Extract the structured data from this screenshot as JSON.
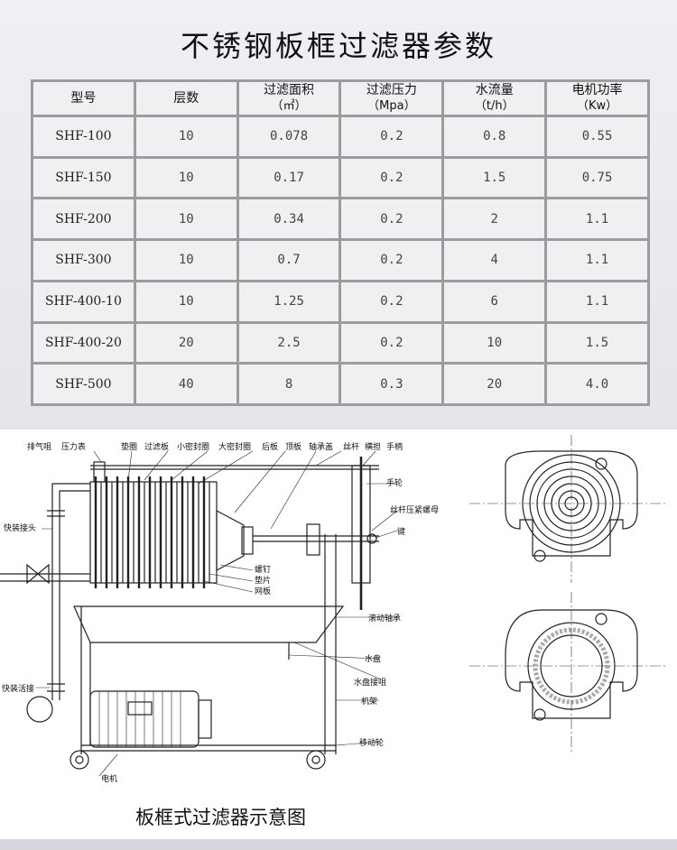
{
  "title": "不锈钢板框过滤器参数",
  "table": {
    "headers": [
      {
        "label": "型号",
        "unit": ""
      },
      {
        "label": "层数",
        "unit": ""
      },
      {
        "label": "过滤面积",
        "unit": "（㎡）"
      },
      {
        "label": "过滤压力",
        "unit": "（Mpa）"
      },
      {
        "label": "水流量",
        "unit": "（t/h）"
      },
      {
        "label": "电机功率",
        "unit": "（Kw）"
      }
    ],
    "rows": [
      [
        "SHF-100",
        "10",
        "0.078",
        "0.2",
        "0.8",
        "0.55"
      ],
      [
        "SHF-150",
        "10",
        "0.17",
        "0.2",
        "1.5",
        "0.75"
      ],
      [
        "SHF-200",
        "10",
        "0.34",
        "0.2",
        "2",
        "1.1"
      ],
      [
        "SHF-300",
        "10",
        "0.7",
        "0.2",
        "4",
        "1.1"
      ],
      [
        "SHF-400-10",
        "10",
        "1.25",
        "0.2",
        "6",
        "1.1"
      ],
      [
        "SHF-400-20",
        "20",
        "2.5",
        "0.2",
        "10",
        "1.5"
      ],
      [
        "SHF-500",
        "40",
        "8",
        "0.3",
        "20",
        "4.0"
      ]
    ]
  },
  "diagram": {
    "caption": "板框式过滤器示意图",
    "labels": {
      "exhaust_valve": "排气咀",
      "pressure_gauge": "压力表",
      "gasket_ring": "垫圈",
      "filter_plate": "过滤板",
      "small_seal": "小密封圈",
      "large_seal": "大密封圈",
      "rear_plate": "后板",
      "top_plate": "顶板",
      "bearing_cover": "轴承盖",
      "screw_rod": "丝杆",
      "cross_bar": "横担",
      "handle": "手柄",
      "handwheel": "手轮",
      "screw_nut": "丝杆压紧螺母",
      "key": "键",
      "quick_joint": "快装接头",
      "bolt": "螺钉",
      "gasket": "垫片",
      "mesh_plate": "网板",
      "rolling_bearing": "滚动轴承",
      "water_tray": "水盘",
      "tray_nozzle": "水盘接咀",
      "frame": "机架",
      "quick_union": "快装活接",
      "caster": "移动轮",
      "motor": "电机"
    }
  }
}
